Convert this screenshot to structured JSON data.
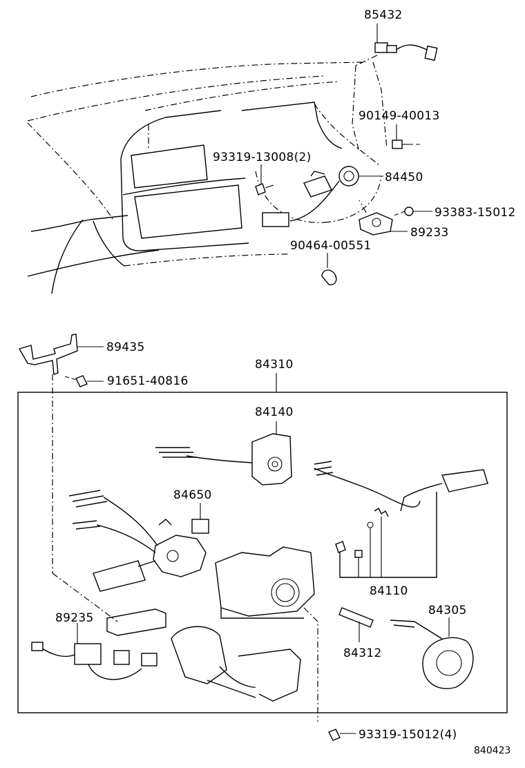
{
  "labels": {
    "p85432": "85432",
    "p90149": "90149-40013",
    "p93319a": "93319-13008(2)",
    "p84450": "84450",
    "p93383": "93383-15012",
    "p89233": "89233",
    "p90464": "90464-00551",
    "p89435": "89435",
    "p84310": "84310",
    "p91651": "91651-40816",
    "p84140": "84140",
    "p84650": "84650",
    "p84110": "84110",
    "p89235": "89235",
    "p84305": "84305",
    "p84312": "84312",
    "p93319b": "93319-15012(4)",
    "figure_code": "840423"
  }
}
